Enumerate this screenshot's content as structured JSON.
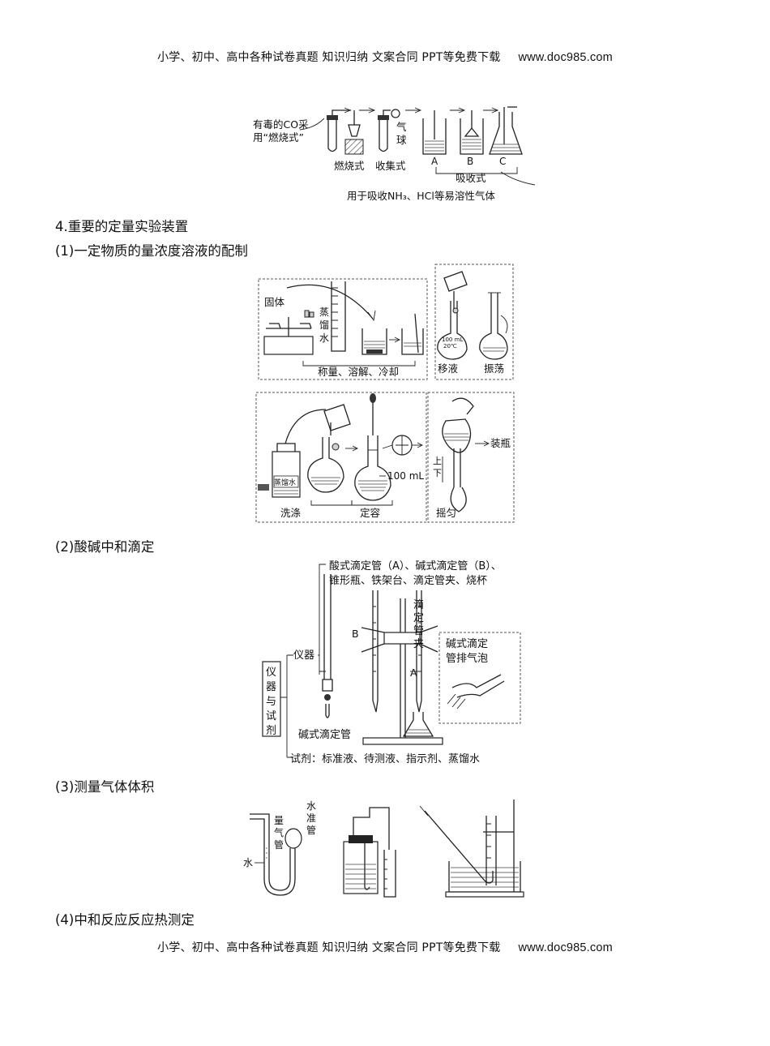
{
  "header": {
    "text": "小学、初中、高中各种试卷真题  知识归纳  文案合同  PPT等免费下载",
    "url": "www.doc985.com"
  },
  "footer": {
    "text": "小学、初中、高中各种试卷真题  知识归纳  文案合同  PPT等免费下载",
    "url": "www.doc985.com"
  },
  "fig_tail_gas": {
    "co_label_1": "有毒的CO采",
    "co_label_2": "用“燃烧式”",
    "burn": "燃烧式",
    "collect": "收集式",
    "balloon_1": "气",
    "balloon_2": "球",
    "a": "A",
    "b": "B",
    "c": "C",
    "absorb": "吸收式",
    "note": "用于吸收NH₃、HCl等易溶性气体"
  },
  "section4": {
    "title": "4.重要的定量实验装置"
  },
  "sub1": {
    "title": "(1)一定物质的量浓度溶液的配制"
  },
  "fig_solution": {
    "solid": "固体",
    "water_1": "蒸",
    "water_2": "馏",
    "water_3": "水",
    "weigh": "称量、溶解、冷却",
    "flask_label_1": "100 mL",
    "flask_label_2": "20℃",
    "transfer": "移液",
    "shake": "振荡",
    "bottle_label": "蒸馏水",
    "volume": "100 mL",
    "wash": "洗涤",
    "fix": "定容",
    "bottle": "装瓶",
    "updown_1": "上",
    "updown_2": "下",
    "mix": "摇匀"
  },
  "sub2": {
    "title": "(2)酸碱中和滴定"
  },
  "fig_titration": {
    "instr_1": "酸式滴定管（A）、碱式滴定管（B）、",
    "instr_2": "锥形瓶、铁架台、滴定管夹、烧杯",
    "clamp_1": "滴",
    "clamp_2": "定",
    "clamp_3": "管",
    "clamp_4": "夹",
    "b": "B",
    "a": "A",
    "instrument": "仪器",
    "side_1": "仪",
    "side_2": "器",
    "side_3": "与",
    "side_4": "试",
    "side_5": "剂",
    "bubble_1": "碱式滴定",
    "bubble_2": "管排气泡",
    "base_burette": "碱式滴定管",
    "reagents": "试剂：标准液、待测液、指示剂、蒸馏水"
  },
  "sub3": {
    "title": "(3)测量气体体积"
  },
  "fig_gas": {
    "level_1": "水",
    "level_2": "准",
    "level_3": "管",
    "meter_1": "量",
    "meter_2": "气",
    "meter_3": "管",
    "water": "水"
  },
  "sub4": {
    "title": "(4)中和反应反应热测定"
  }
}
